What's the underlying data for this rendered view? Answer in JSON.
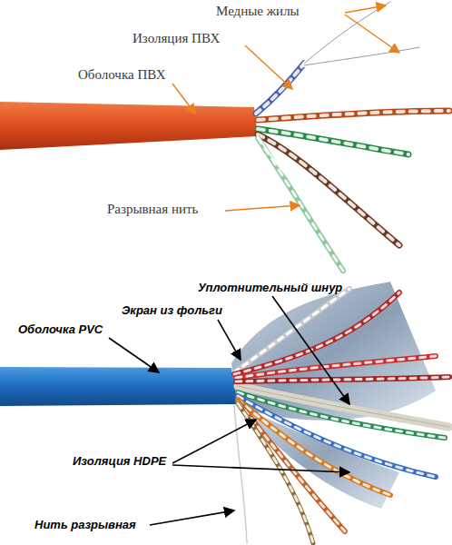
{
  "diagram": {
    "labels": [
      "Медные жилы",
      "Изоляция ПВХ",
      "Оболочка ПВХ",
      "Разрывная нить",
      "Уплотнительный шнур",
      "Экран из фольги",
      "Оболочка PVC",
      "Изоляция HDPE",
      "Нить разрывная"
    ]
  }
}
